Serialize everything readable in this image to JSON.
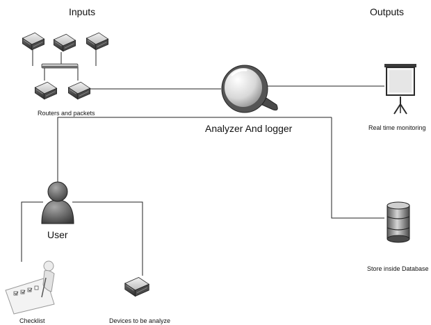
{
  "diagram": {
    "header_inputs": "Inputs",
    "header_outputs": "Outputs",
    "routers_label": "Routers and packets",
    "analyzer_label": "Analyzer And logger",
    "monitor_label": "Real time monitoring",
    "user_label": "User",
    "database_label": "Store inside Database",
    "checklist_label": "Checklist",
    "devices_label": "Devices to be analyze"
  }
}
